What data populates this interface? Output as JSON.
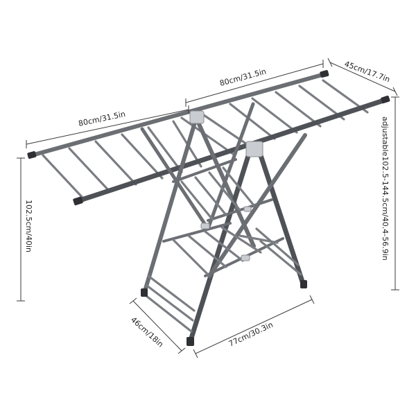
{
  "product": {
    "name": "folding-clothes-drying-rack",
    "frame_color": "#6b6e73",
    "cap_color": "#2f3033",
    "hinge_color": "#c9ccd0"
  },
  "dimensions": {
    "wing_left": "80cm/31.5in",
    "wing_right": "80cm/31.5in",
    "depth_top": "45cm/17.7in",
    "adjustable_height": "adjustable102.5-144.5cm/40.4-56.9in",
    "height": "102.5cm/40in",
    "base_depth": "46cm/18in",
    "base_width": "77cm/30.3in"
  }
}
